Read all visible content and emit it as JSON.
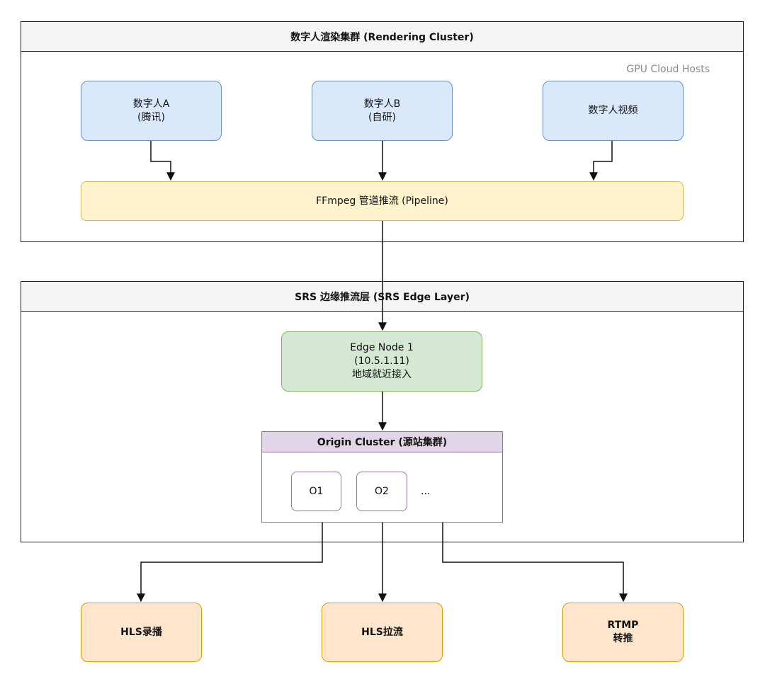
{
  "rendering_cluster": {
    "title": "数字人渲染集群 (Rendering Cluster)",
    "caption": "GPU Cloud Hosts",
    "nodes": {
      "a": "数字人A\n(腾讯)",
      "b": "数字人B\n(自研)",
      "video": "数字人视频"
    },
    "pipeline": "FFmpeg 管道推流 (Pipeline)"
  },
  "edge_layer": {
    "title": "SRS 边缘推流层 (SRS Edge Layer)",
    "edge_node": "Edge Node 1\n(10.5.1.11)\n地域就近接入",
    "origin_cluster": {
      "title": "Origin Cluster (源站集群)",
      "o1": "O1",
      "o2": "O2",
      "more": "..."
    }
  },
  "outputs": {
    "hls_record": "HLS录播",
    "hls_pull": "HLS拉流",
    "rtmp_forward": "RTMP\n转推"
  },
  "colors": {
    "container_border": "#222222",
    "header_fill": "#f5f5f5",
    "blue_fill": "#dae8fc",
    "blue_stroke": "#6c8ebf",
    "yellow_fill": "#fff2cc",
    "yellow_stroke": "#d6b656",
    "green_fill": "#d5e8d4",
    "green_stroke": "#82b366",
    "purple_fill": "#e1d5e7",
    "purple_stroke": "#9673a6",
    "orange_fill": "#ffe6cc",
    "orange_stroke": "#d79b00",
    "edge": "#111111"
  }
}
